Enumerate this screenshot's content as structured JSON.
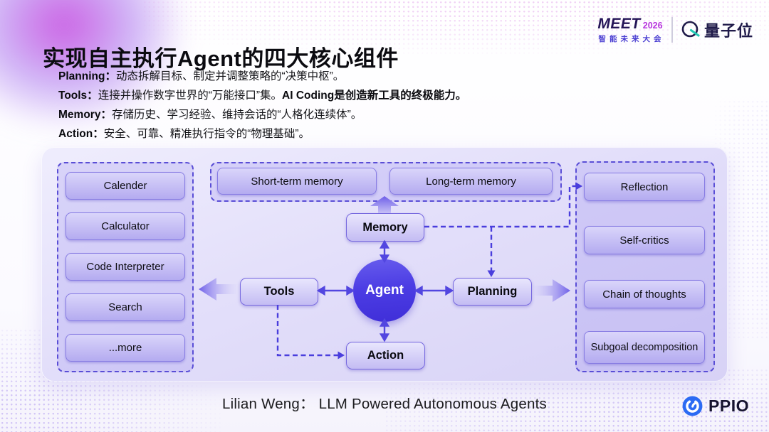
{
  "header": {
    "title": "实现自主执行Agent的四大核心组件",
    "meet": {
      "brand": "MEET",
      "year": "2026",
      "tagline": "智能未来大会"
    },
    "qbitai": "量子位"
  },
  "bullets": [
    {
      "label": "Planning：",
      "text": "动态拆解目标、制定并调整策略的“决策中枢”。",
      "emph": ""
    },
    {
      "label": "Tools：",
      "text": "连接并操作数字世界的“万能接口”集。",
      "emph": "AI Coding是创造新工具的终极能力。"
    },
    {
      "label": "Memory：",
      "text": "存储历史、学习经验、维持会话的“人格化连续体”。",
      "emph": ""
    },
    {
      "label": "Action：",
      "text": "安全、可靠、精准执行指令的“物理基础”。",
      "emph": ""
    }
  ],
  "diagram": {
    "agent": "Agent",
    "memory": "Memory",
    "tools": "Tools",
    "planning": "Planning",
    "action": "Action",
    "tool_examples": [
      "Calender",
      "Calculator",
      "Code Interpreter",
      "Search",
      "...more"
    ],
    "memory_types": [
      "Short-term memory",
      "Long-term memory"
    ],
    "planning_techniques": [
      "Reflection",
      "Self-critics",
      "Chain of thoughts",
      "Subgoal decomposition"
    ]
  },
  "footer": {
    "caption": "Lilian Weng： LLM Powered Autonomous Agents",
    "brand": "PPIO"
  },
  "colors": {
    "accent_purple": "#5a4ed6",
    "agent_blue": "#4636dd",
    "arrow_blue": "#5246e0",
    "meet_magenta": "#b733de",
    "qbit_teal": "#23c9b6",
    "ppio_blue": "#2b6bf3"
  }
}
